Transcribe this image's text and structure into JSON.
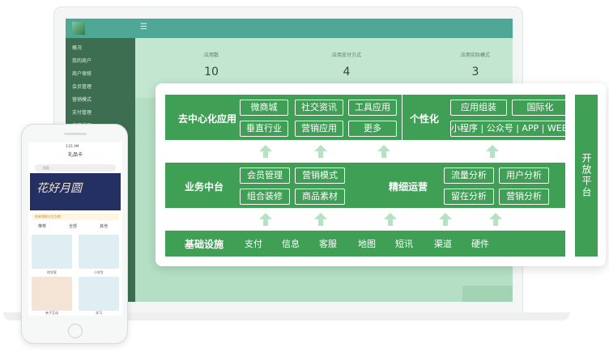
{
  "laptop": {
    "side_items": [
      "概况",
      "我的商户",
      "商户保修",
      "会员管理",
      "营销模式",
      "支付管理",
      "应用插口"
    ],
    "stats": [
      {
        "label": "应用数",
        "value": "10"
      },
      {
        "label": "应用支付方式",
        "value": "4"
      },
      {
        "label": "应用实际模式",
        "value": "3"
      }
    ]
  },
  "overlay": {
    "row1": {
      "title_left": "去中心化应用",
      "chips_left": [
        "微商城",
        "社交资讯",
        "工具应用",
        "垂直行业",
        "营销应用",
        "更多"
      ],
      "title_right": "个性化",
      "chips_right": [
        "应用组装",
        "国际化",
        "小程序 | 公众号 | APP | WEB"
      ]
    },
    "row2": {
      "title_left": "业务中台",
      "chips_left": [
        "会员管理",
        "营销模式",
        "组合装修",
        "商品素材"
      ],
      "title_right": "精细运营",
      "chips_right": [
        "流量分析",
        "用户分析",
        "留在分析",
        "营销分析"
      ]
    },
    "row3": {
      "title": "基础设施",
      "items": [
        "支付",
        "信息",
        "客服",
        "地图",
        "短讯",
        "渠道",
        "硬件"
      ]
    },
    "side_panel": "开放平台"
  },
  "phone": {
    "status": "3:21 AM",
    "title": "礼品卡",
    "search_placeholder": "搜索",
    "banner_text": "花好月圆",
    "notice": "快来领取大礼包吧",
    "tabs": [
      "推荐",
      "全部",
      "其他"
    ],
    "cards": [
      "尚学家",
      "小学生",
      "亲子互动",
      "学习"
    ]
  },
  "colors": {
    "accent": "#3e9f55",
    "screen": "#b5dfc4",
    "arrow": "#b6e2c3"
  }
}
